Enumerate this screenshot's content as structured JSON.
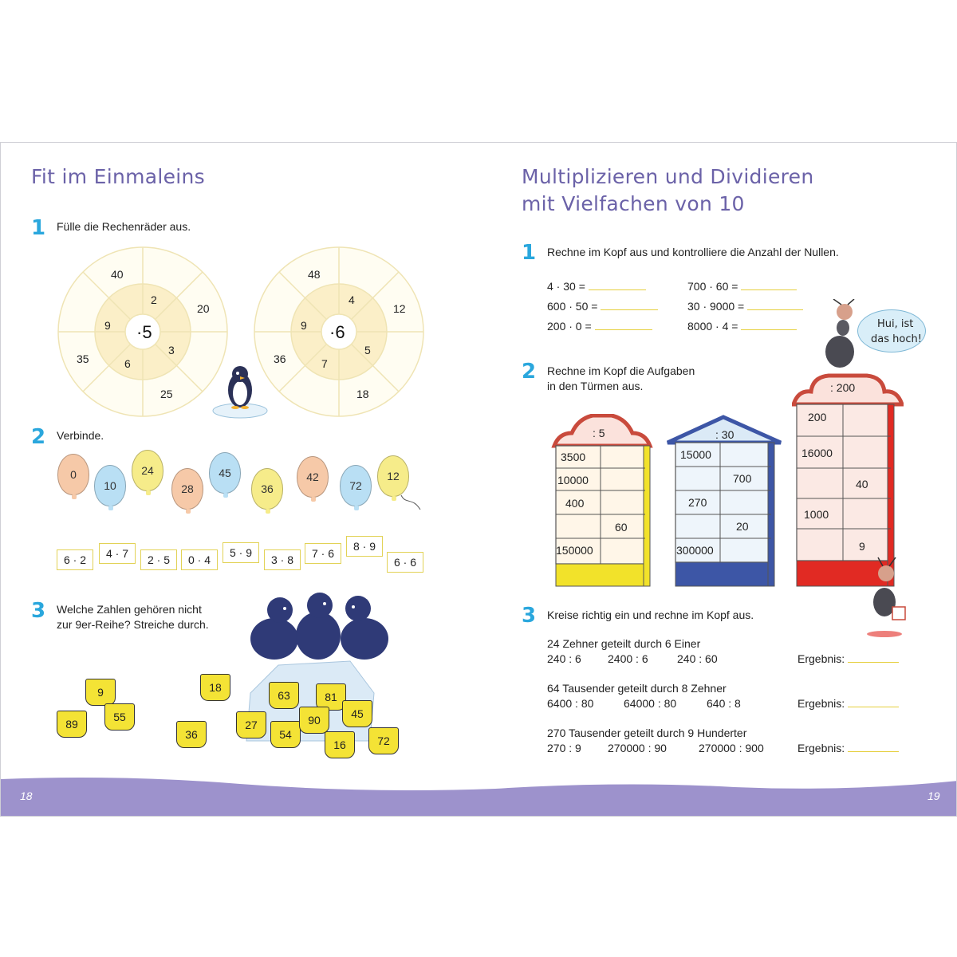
{
  "left_page": {
    "title": "Fit im Einmaleins",
    "page_number": "18",
    "task1": {
      "number": "1",
      "instruction": "Fülle die Rechenräder aus.",
      "wheels": [
        {
          "center": "·5",
          "inner": [
            "2",
            "3",
            "6",
            "9"
          ],
          "outer": [
            "40",
            "20",
            "25",
            "35"
          ]
        },
        {
          "center": "·6",
          "inner": [
            "4",
            "5",
            "7",
            "9"
          ],
          "outer": [
            "48",
            "12",
            "18",
            "36"
          ]
        }
      ]
    },
    "task2": {
      "number": "2",
      "instruction": "Verbinde.",
      "balloons": [
        {
          "value": "0",
          "color": "#f6c9a8"
        },
        {
          "value": "10",
          "color": "#b9dff4"
        },
        {
          "value": "24",
          "color": "#f6ec8a"
        },
        {
          "value": "28",
          "color": "#f6c9a8"
        },
        {
          "value": "45",
          "color": "#b9dff4"
        },
        {
          "value": "36",
          "color": "#f6ec8a"
        },
        {
          "value": "42",
          "color": "#f6c9a8"
        },
        {
          "value": "72",
          "color": "#b9dff4"
        },
        {
          "value": "12",
          "color": "#f6ec8a"
        }
      ],
      "tiles": [
        "6 · 2",
        "4 · 7",
        "2 · 5",
        "0 · 4",
        "5 · 9",
        "3 · 8",
        "7 · 6",
        "8 · 9",
        "6 · 6"
      ]
    },
    "task3": {
      "number": "3",
      "instruction_line1": "Welche Zahlen gehören nicht",
      "instruction_line2": "zur 9er-Reihe? Streiche durch.",
      "buckets": [
        "9",
        "89",
        "55",
        "18",
        "36",
        "63",
        "81",
        "27",
        "54",
        "90",
        "45",
        "16",
        "72"
      ]
    }
  },
  "right_page": {
    "title_line1": "Multiplizieren und Dividieren",
    "title_line2": "mit Vielfachen von 10",
    "page_number": "19",
    "task1": {
      "number": "1",
      "instruction": "Rechne im Kopf aus und kontrolliere die Anzahl der Nullen.",
      "problems": [
        "4 · 30 =",
        "600 · 50 =",
        "200 · 0 =",
        "700 · 60 =",
        "30 · 9000 =",
        "8000 · 4 ="
      ]
    },
    "speech_bubble": {
      "line1": "Hui, ist",
      "line2": "das hoch!"
    },
    "task2": {
      "number": "2",
      "instruction_line1": "Rechne im Kopf die Aufgaben",
      "instruction_line2": "in den Türmen aus.",
      "towers": [
        {
          "operator": ": 5",
          "left": [
            "3500",
            "10000",
            "400",
            "",
            "150000"
          ],
          "right": [
            "",
            "",
            "",
            "60",
            ""
          ],
          "color": "#f2e22a"
        },
        {
          "operator": ": 30",
          "left": [
            "15000",
            "",
            "270",
            "",
            "300000"
          ],
          "right": [
            "",
            "700",
            "",
            "20",
            ""
          ],
          "color": "#3d56a6"
        },
        {
          "operator": ": 200",
          "left": [
            "200",
            "16000",
            "",
            "1000",
            ""
          ],
          "right": [
            "",
            "",
            "40",
            "",
            "9"
          ],
          "color": "#e12a23"
        }
      ]
    },
    "task3": {
      "number": "3",
      "instruction": "Kreise richtig ein und rechne im Kopf aus.",
      "groups": [
        {
          "heading": "24 Zehner geteilt durch 6 Einer",
          "options": [
            "240 : 6",
            "2400 : 6",
            "240 : 60"
          ],
          "result_label": "Ergebnis:"
        },
        {
          "heading": "64 Tausender geteilt durch 8 Zehner",
          "options": [
            "6400 : 80",
            "64000 : 80",
            "640 : 8"
          ],
          "result_label": "Ergebnis:"
        },
        {
          "heading": "270 Tausender geteilt durch 9 Hunderter",
          "options": [
            "270 : 9",
            "270000 : 90",
            "270000 : 900"
          ],
          "result_label": "Ergebnis:"
        }
      ]
    }
  },
  "colors": {
    "title": "#6b62a8",
    "task_number": "#2aa7dd",
    "wave": "#9d92cc",
    "blank_line": "#e5cf3c"
  }
}
